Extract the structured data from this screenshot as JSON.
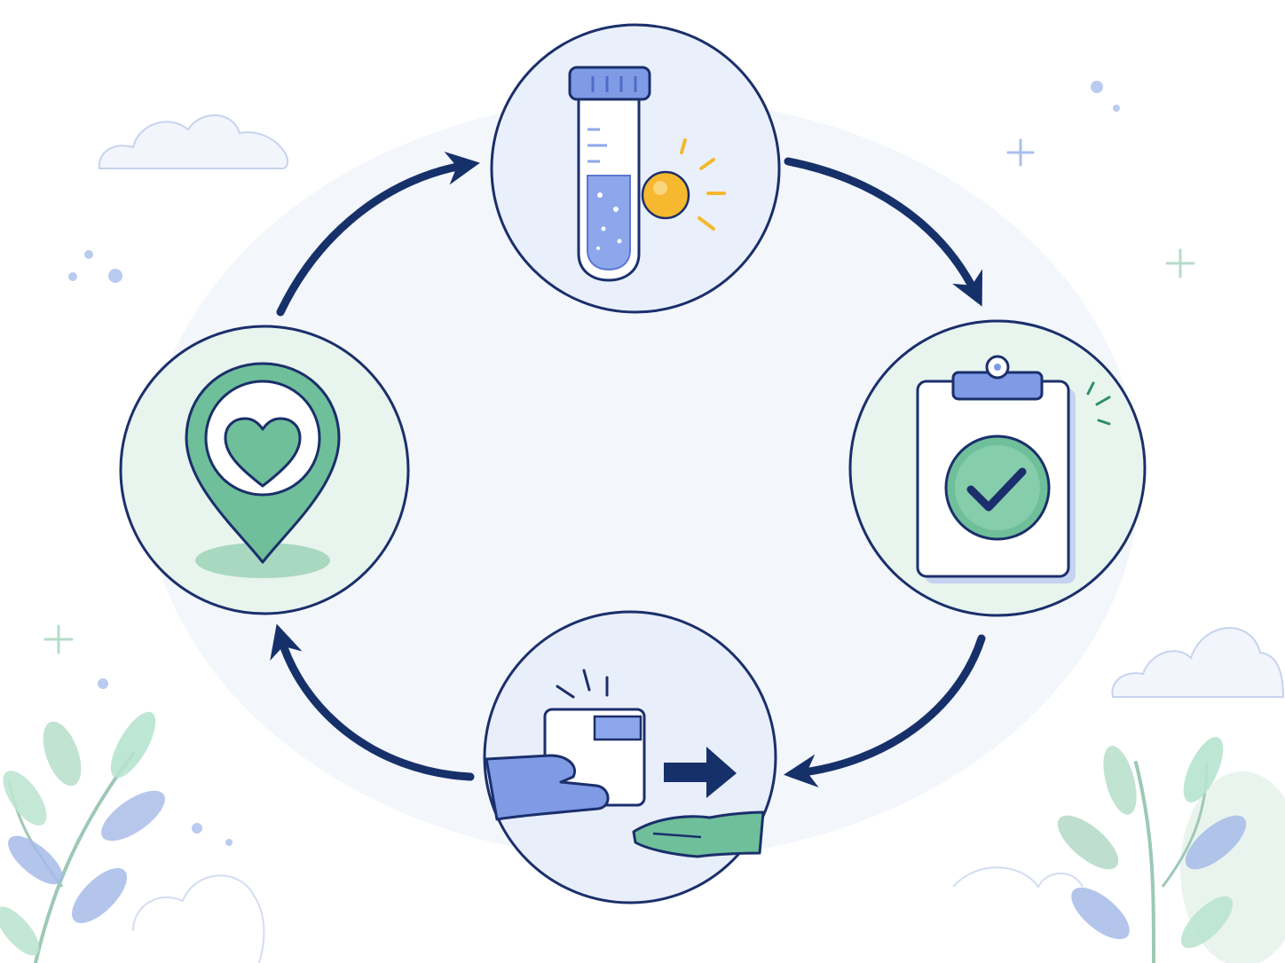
{
  "diagram": {
    "type": "cycle",
    "steps": [
      {
        "id": "sample-collection",
        "icon": "test-tube-icon"
      },
      {
        "id": "results-review",
        "icon": "clipboard-check-icon"
      },
      {
        "id": "sample-handoff",
        "icon": "package-handoff-icon"
      },
      {
        "id": "care-location",
        "icon": "location-heart-icon"
      }
    ],
    "flow": [
      "sample-collection",
      "results-review",
      "sample-handoff",
      "care-location",
      "sample-collection"
    ],
    "arrow_direction": "clockwise"
  },
  "colors": {
    "outline": "#1a2f6b",
    "arrow": "#16306a",
    "blue_fill": "#7f9be6",
    "blue_light": "#e9eefb",
    "green_fill": "#6fbf9a",
    "green_light": "#e8f4ee",
    "sun": "#f5b82e",
    "halo": "#f1f5fb",
    "leaf_green": "#a9d8c2",
    "leaf_blue": "#9fb4e6"
  }
}
